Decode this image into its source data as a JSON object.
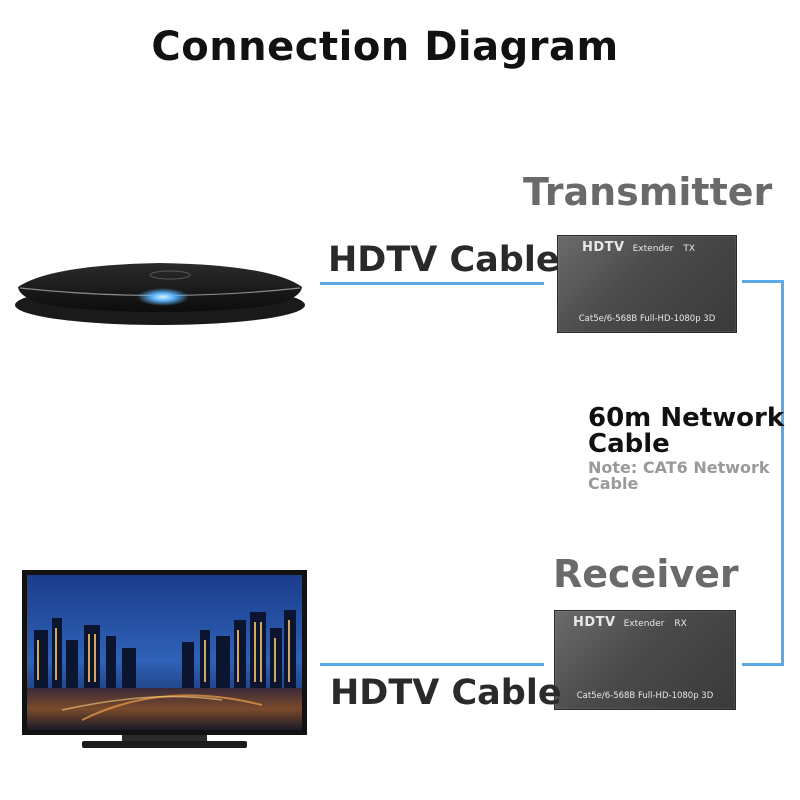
{
  "title": "Connection Diagram",
  "transmitter": {
    "heading": "Transmitter",
    "brand": "HDTV",
    "extender": "Extender",
    "tag": "TX",
    "spec": "Cat5e/6-568B  Full-HD-1080p 3D"
  },
  "receiver": {
    "heading": "Receiver",
    "brand": "HDTV",
    "extender": "Extender",
    "tag": "RX",
    "spec": "Cat5e/6-568B  Full-HD-1080p 3D"
  },
  "cables": {
    "top_label": "HDTV Cable",
    "bottom_label": "HDTV Cable",
    "network_label": "60m Network Cable",
    "network_note": "Note: CAT6 Network Cable"
  },
  "colors": {
    "line": "#5ca9e8",
    "heading_gray": "#6a6a6a",
    "box": "#4a4a4a"
  },
  "icons": {
    "source": "set-top-box-icon",
    "display": "television-icon"
  }
}
